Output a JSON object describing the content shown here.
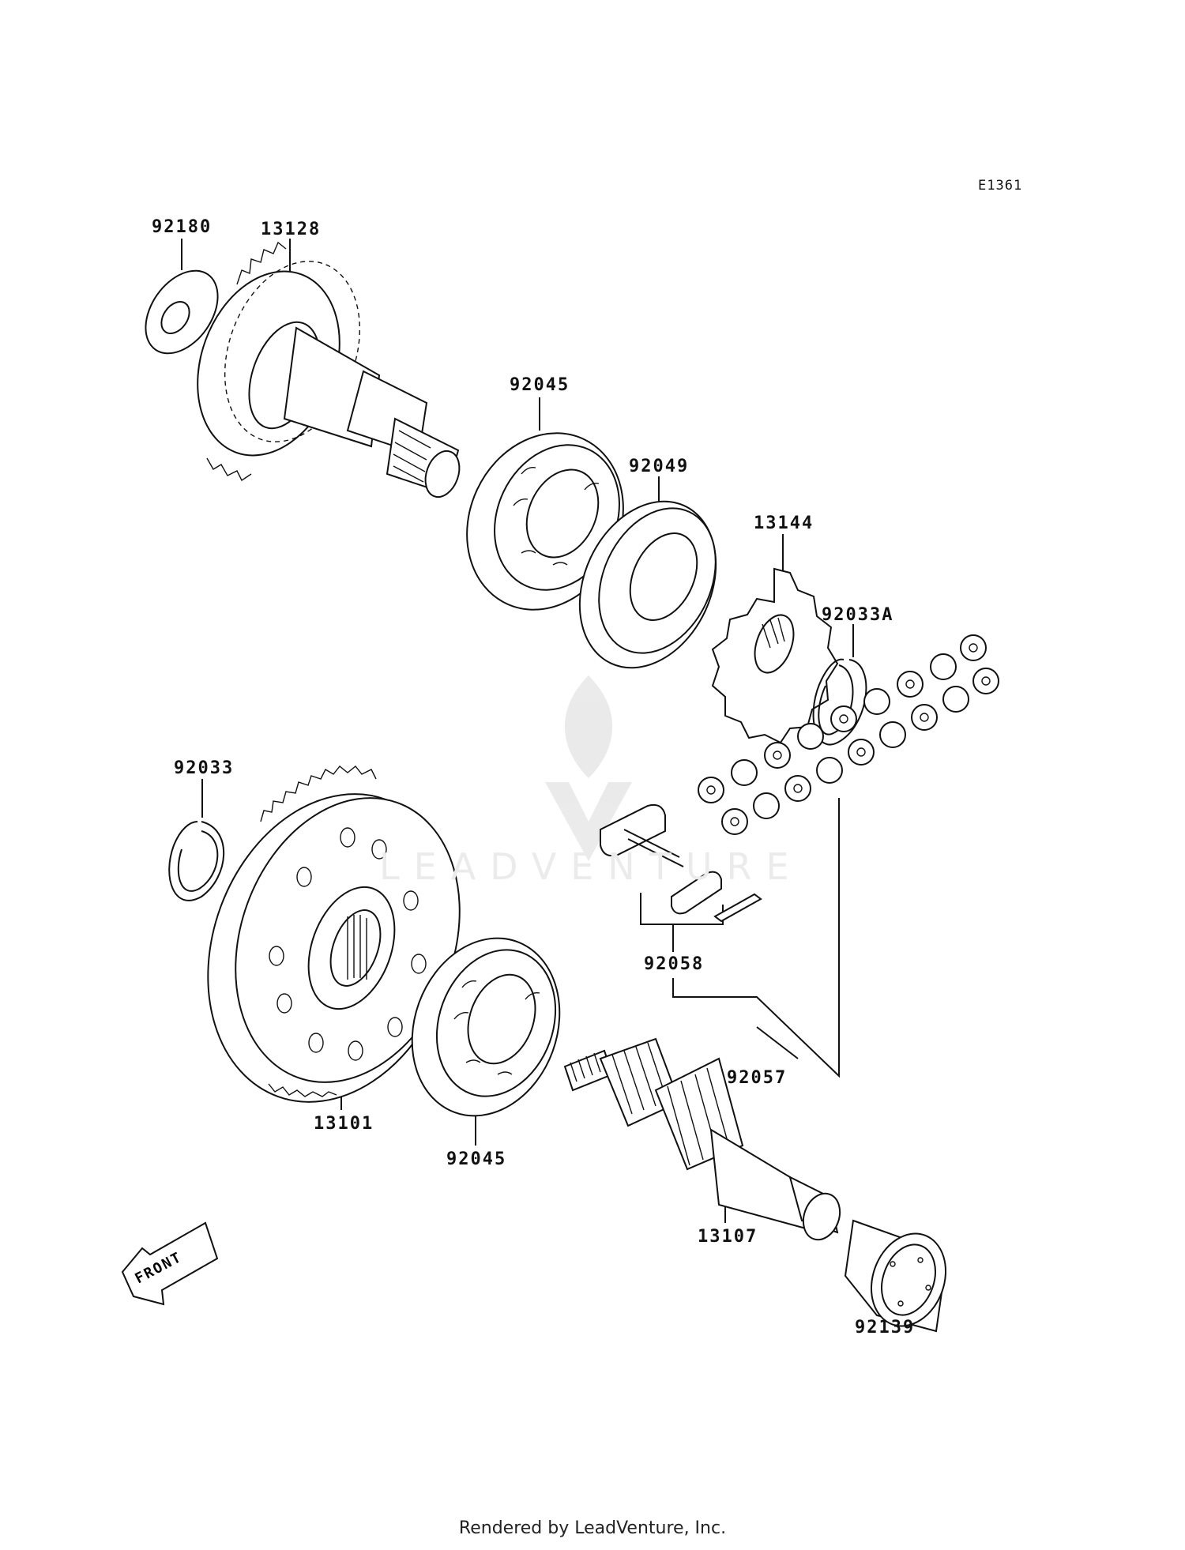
{
  "diagram": {
    "reference_code": "E1361",
    "front_label": "FRONT",
    "watermark": "LEADVENTURE",
    "footer": "Rendered by LeadVenture, Inc."
  },
  "parts": [
    {
      "id": "p92180",
      "number": "92180"
    },
    {
      "id": "p13128",
      "number": "13128"
    },
    {
      "id": "p92045a",
      "number": "92045"
    },
    {
      "id": "p92049",
      "number": "92049"
    },
    {
      "id": "p13144",
      "number": "13144"
    },
    {
      "id": "p92033a",
      "number": "92033A"
    },
    {
      "id": "p92033",
      "number": "92033"
    },
    {
      "id": "p92058",
      "number": "92058"
    },
    {
      "id": "p92057",
      "number": "92057"
    },
    {
      "id": "p13101",
      "number": "13101"
    },
    {
      "id": "p92045b",
      "number": "92045"
    },
    {
      "id": "p13107",
      "number": "13107"
    },
    {
      "id": "p92139",
      "number": "92139"
    }
  ]
}
